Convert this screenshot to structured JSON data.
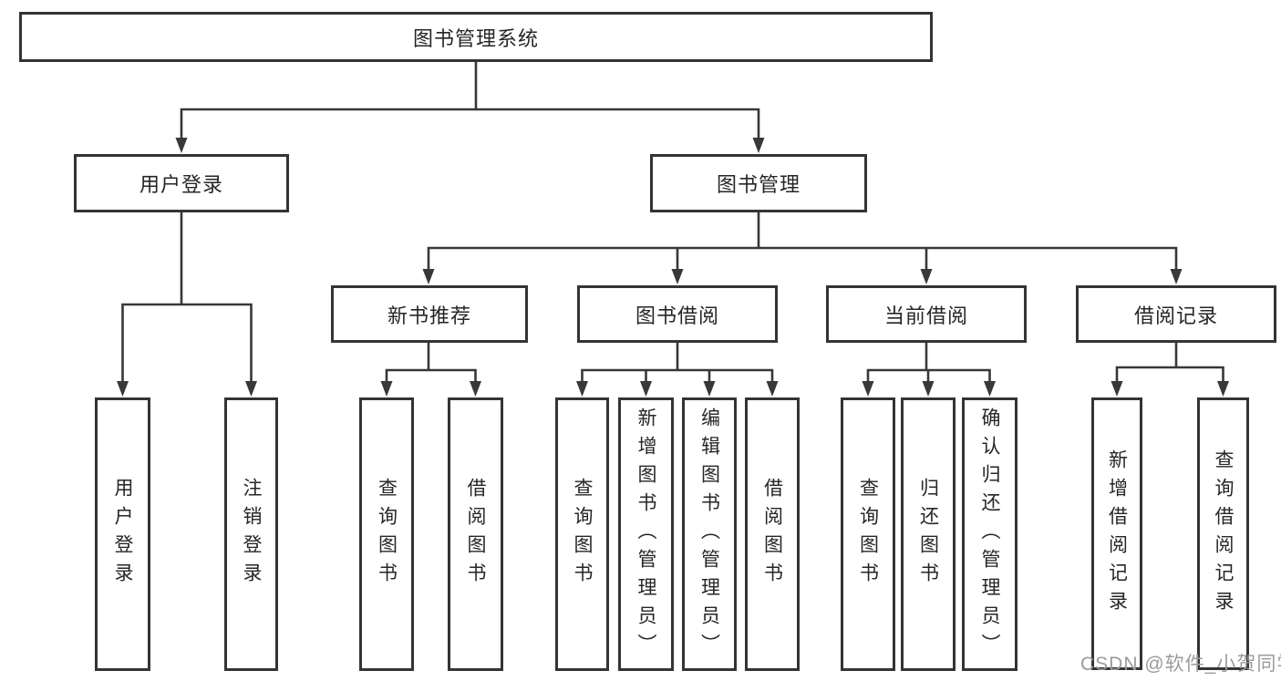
{
  "colors": {
    "line": "#383838",
    "box_border": "#343434",
    "text": "#262626",
    "background": "#ffffff",
    "watermark": "#9b9b9b"
  },
  "tree": {
    "label": "图书管理系统",
    "children": [
      {
        "label": "用户登录",
        "children": [
          {
            "label": "用户登录"
          },
          {
            "label": "注销登录"
          }
        ]
      },
      {
        "label": "图书管理",
        "children": [
          {
            "label": "新书推荐",
            "children": [
              {
                "label": "查询图书"
              },
              {
                "label": "借阅图书"
              }
            ]
          },
          {
            "label": "图书借阅",
            "children": [
              {
                "label": "查询图书"
              },
              {
                "label": "新增图书（管理员）"
              },
              {
                "label": "编辑图书（管理员）"
              },
              {
                "label": "借阅图书"
              }
            ]
          },
          {
            "label": "当前借阅",
            "children": [
              {
                "label": "查询图书"
              },
              {
                "label": "归还图书"
              },
              {
                "label": "确认归还（管理员）"
              }
            ]
          },
          {
            "label": "借阅记录",
            "children": [
              {
                "label": "新增借阅记录"
              },
              {
                "label": "查询借阅记录"
              }
            ]
          }
        ]
      }
    ]
  },
  "watermark": {
    "text": "CSDN @软件_小贺同学"
  }
}
